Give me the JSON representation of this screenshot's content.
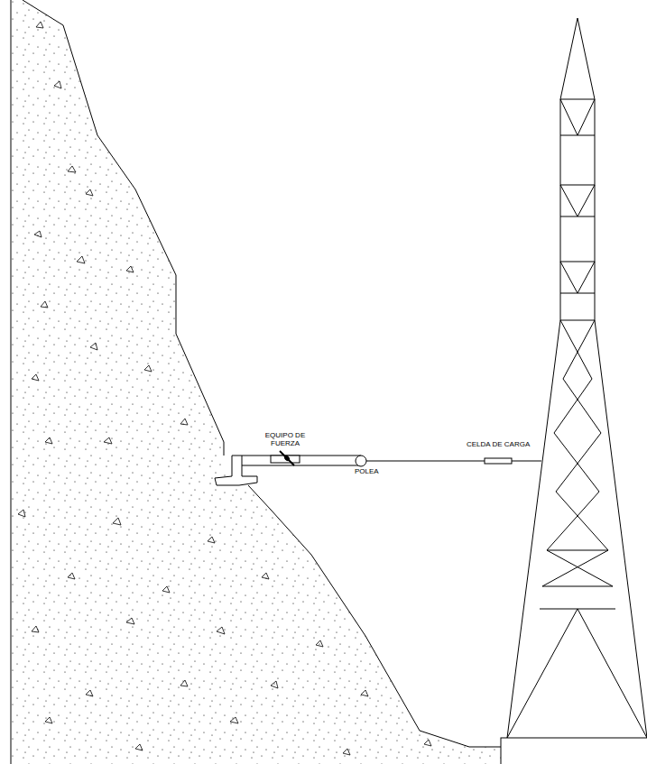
{
  "diagram": {
    "labels": [
      "EQUIPO DE FUERZA",
      "POLEA",
      "CELDA DE CARGA"
    ]
  }
}
